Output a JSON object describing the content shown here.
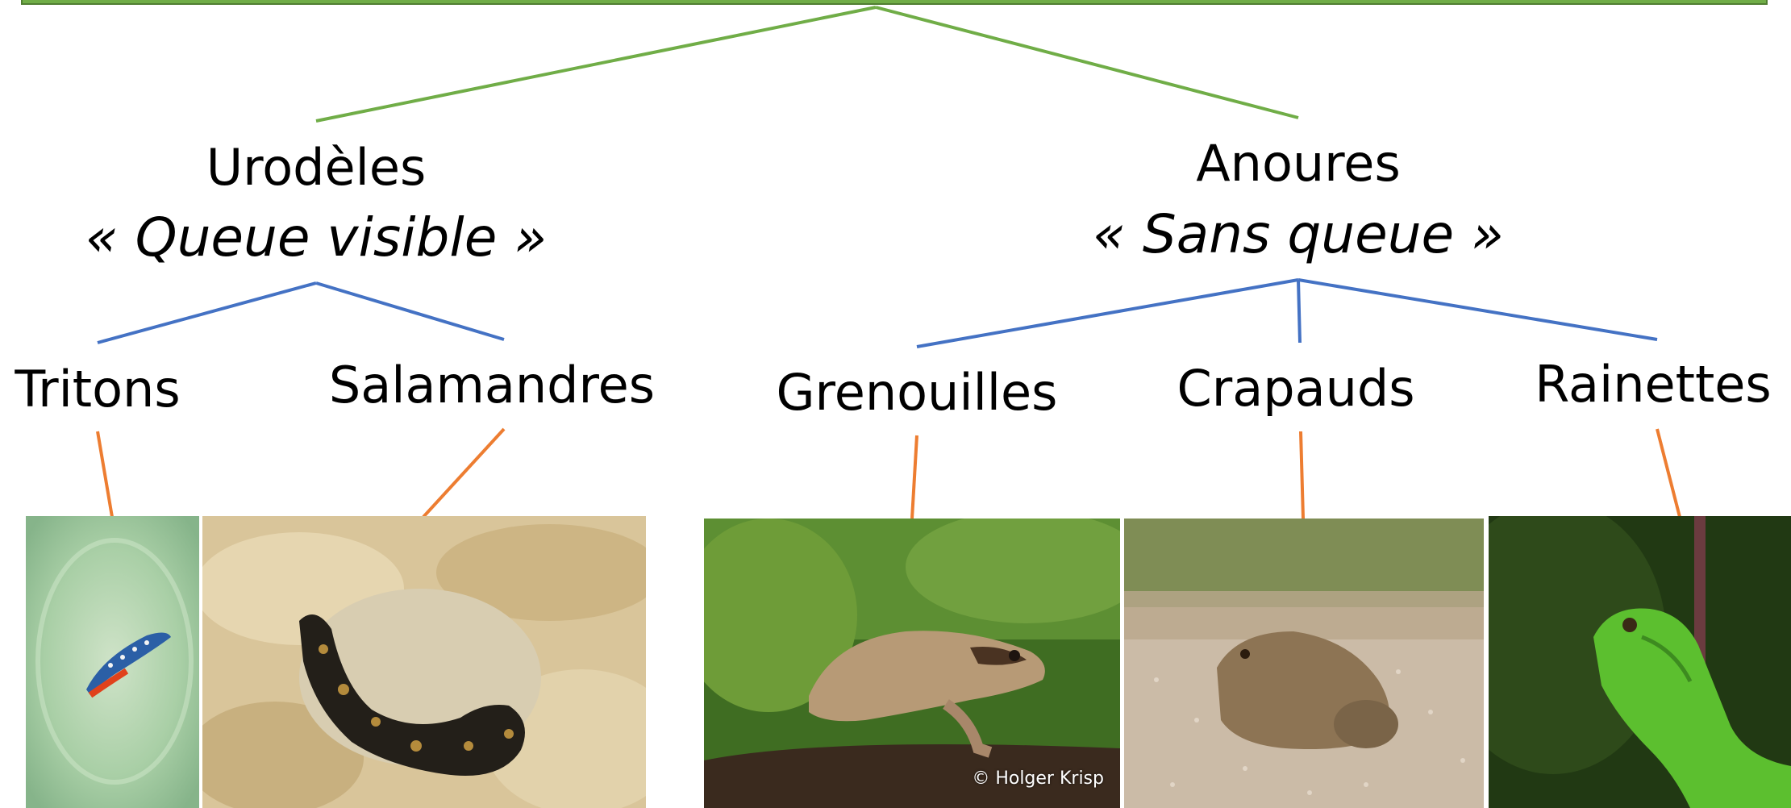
{
  "tree": {
    "branches": [
      {
        "name": "Urodèles",
        "subtitle": "« Queue visible »",
        "children": [
          {
            "name": "Tritons",
            "photo": "newt"
          },
          {
            "name": "Salamandres",
            "photo": "salamander"
          }
        ]
      },
      {
        "name": "Anoures",
        "subtitle": "« Sans queue »",
        "children": [
          {
            "name": "Grenouilles",
            "photo": "frog",
            "credit": "© Holger Krisp"
          },
          {
            "name": "Crapauds",
            "photo": "toad"
          },
          {
            "name": "Rainettes",
            "photo": "tree-frog"
          }
        ]
      }
    ]
  },
  "colors": {
    "top_connector": "#70ad47",
    "mid_connector": "#4472c4",
    "photo_connector": "#ed7d31"
  }
}
